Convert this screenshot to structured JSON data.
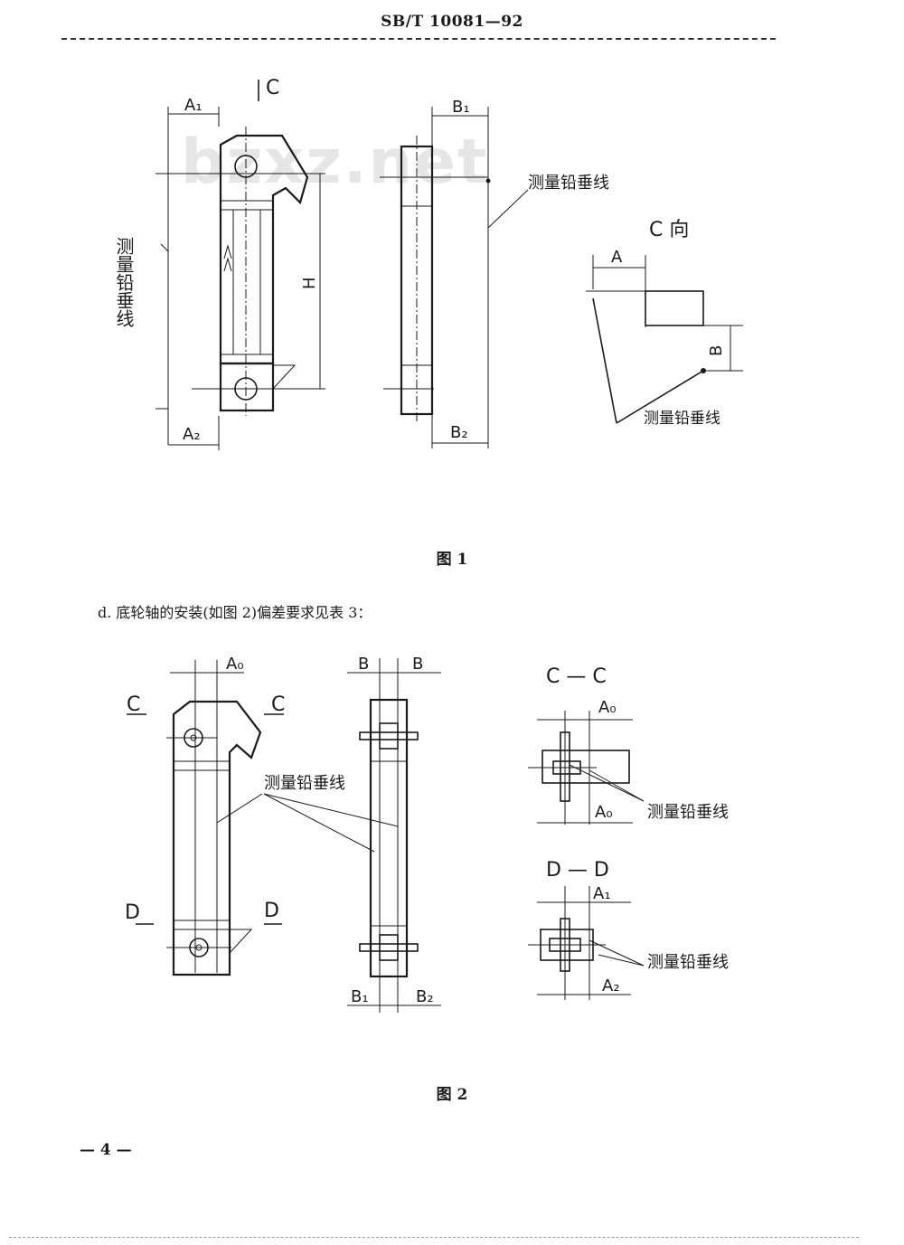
{
  "header": {
    "standard_code": "SB/T 10081—92"
  },
  "watermark": "bzxz.net",
  "figure1": {
    "label_c_arrow": "C",
    "label_a1": "A₁",
    "label_a2": "A₂",
    "label_b1": "B₁",
    "label_b2": "B₂",
    "label_h": "H",
    "label_plumb_vertical": "测量铅垂线",
    "label_plumb_right": "测量铅垂线",
    "label_c_view": "C 向",
    "label_a": "A",
    "label_b": "B",
    "label_plumb_c_view": "测量铅垂线",
    "caption": "图 1"
  },
  "paragraph_d": "d. 底轮轴的安装(如图 2)偏差要求见表 3：",
  "figure2": {
    "label_c_left": "C",
    "label_c_right": "C",
    "label_d_left": "D",
    "label_d_right": "D",
    "label_a0_top": "A₀",
    "label_b_left": "B",
    "label_b_right": "B",
    "label_b1": "B₁",
    "label_b2": "B₂",
    "label_plumb_center": "测量铅垂线",
    "section_cc": "C — C",
    "cc_a0_top": "A₀",
    "cc_a0_bottom": "A₀",
    "cc_plumb": "测量铅垂线",
    "section_dd": "D — D",
    "dd_a1": "A₁",
    "dd_a2": "A₂",
    "dd_plumb": "测量铅垂线",
    "caption": "图 2"
  },
  "footer": {
    "page_number": "— 4 —"
  }
}
